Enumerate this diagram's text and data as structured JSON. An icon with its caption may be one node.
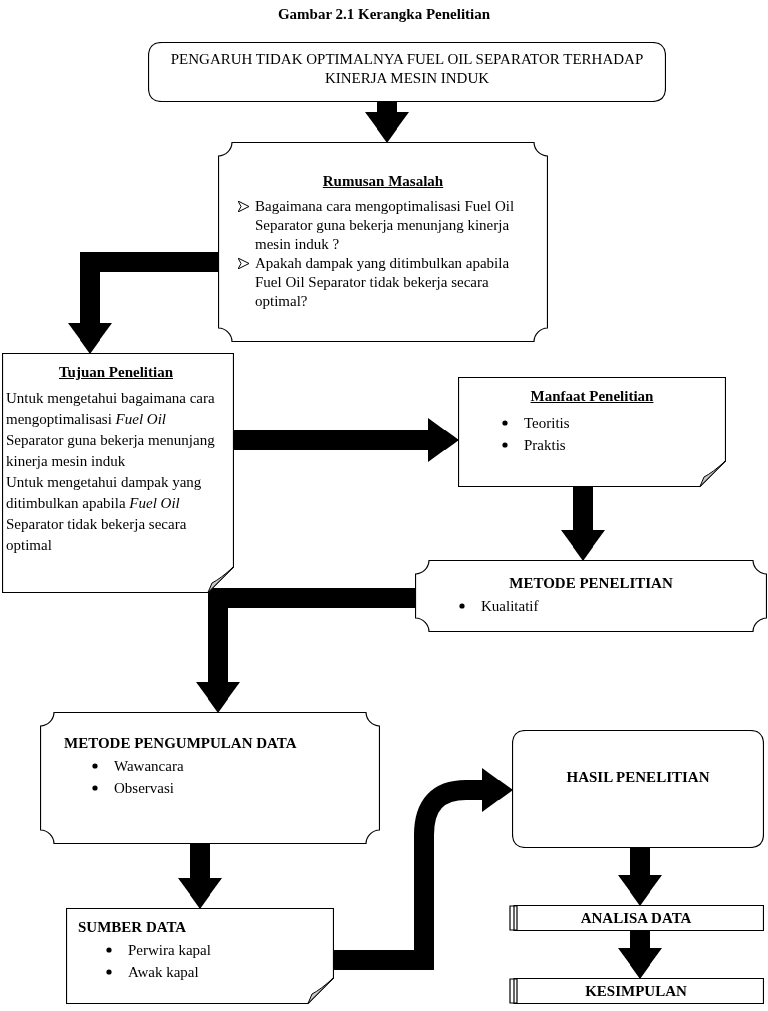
{
  "diagram": {
    "title": "Gambar 2.1 Kerangka Penelitian",
    "nodes": [
      {
        "text": [
          "PENGARUH TIDAK OPTIMALNYA FUEL OIL SEPARATOR TERHADAP KINERJA MESIN INDUK"
        ]
      },
      {
        "text": [
          "Rumusan Masalah",
          "Bagaimana cara mengoptimalisasi Fuel Oil Separator guna bekerja menunjang kinerja mesin induk ?",
          "Apakah dampak yang ditimbulkan apabila Fuel Oil Separator tidak bekerja secara optimal?"
        ]
      },
      {
        "text": [
          "Tujuan Penelitian",
          "Untuk mengetahui bagaimana cara mengoptimalisasi *Fuel Oil* Separator guna bekerja menunjang kinerja mesin induk",
          "Untuk  mengetahui dampak yang ditimbulkan apabila *Fuel Oil* Separator tidak bekerja secara optimal"
        ]
      },
      {
        "text": [
          "Manfaat Penelitian",
          "Teoritis",
          "Praktis"
        ]
      },
      {
        "text": [
          "METODE PENELITIAN",
          "Kualitatif"
        ]
      },
      {
        "text": [
          "METODE PENGUMPULAN DATA",
          "Wawancara",
          "Observasi"
        ]
      },
      {
        "text": [
          "SUMBER DATA",
          "Perwira kapal",
          "Awak kapal"
        ]
      },
      {
        "text": [
          "HASIL PENELITIAN"
        ]
      },
      {
        "text": [
          "ANALISA DATA"
        ]
      },
      {
        "text": [
          "KESIMPULAN"
        ]
      }
    ],
    "edges": [
      {
        "from": 0,
        "to": 1,
        "arrow": "to"
      },
      {
        "from": 1,
        "to": 2,
        "arrow": "to"
      },
      {
        "from": 2,
        "to": 3,
        "arrow": "to"
      },
      {
        "from": 3,
        "to": 4,
        "arrow": "to"
      },
      {
        "from": 4,
        "to": 5,
        "arrow": "to"
      },
      {
        "from": 5,
        "to": 6,
        "arrow": "to"
      },
      {
        "from": 6,
        "to": 7,
        "arrow": "to"
      },
      {
        "from": 7,
        "to": 8,
        "arrow": "to"
      },
      {
        "from": 8,
        "to": 9,
        "arrow": "to"
      }
    ]
  }
}
